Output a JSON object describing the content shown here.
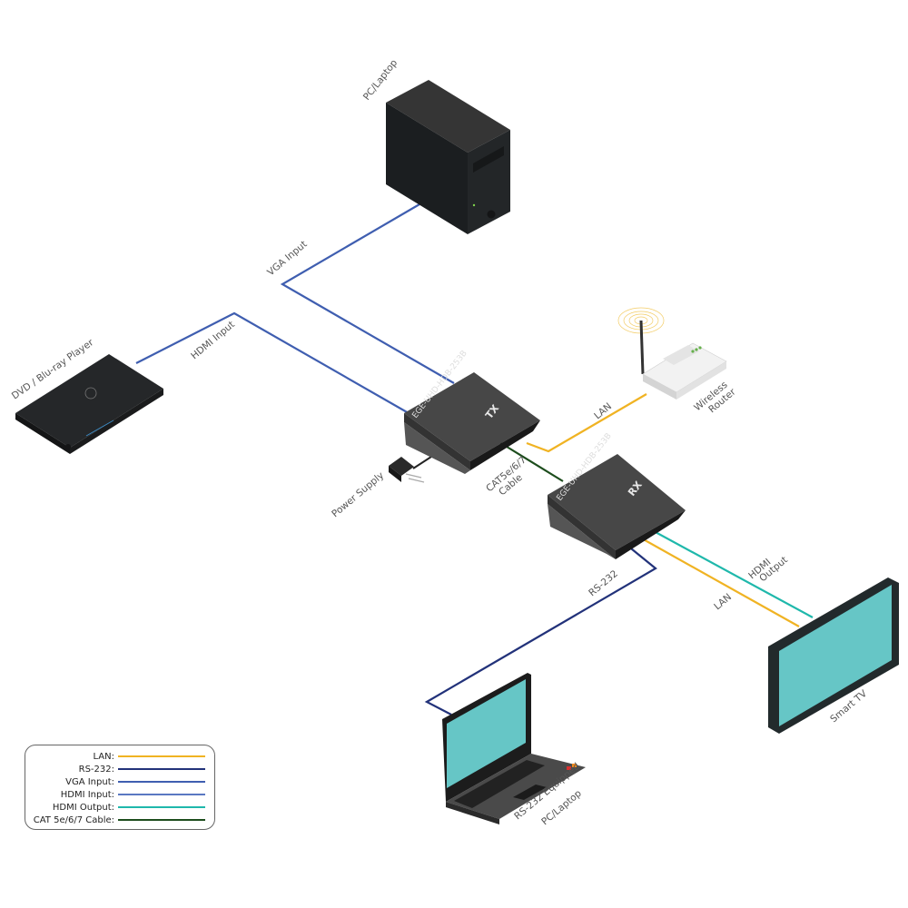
{
  "colors": {
    "lan": "#f0b323",
    "rs232": "#22327a",
    "vga": "#3f5eb0",
    "hdmi_input": "#3f5eb0",
    "hdmi_output": "#1fb8ab",
    "cat": "#1d4d1d",
    "device_dark": "#2d2d2d",
    "screen": "#66c6c6"
  },
  "devices": {
    "pc": "PC/Laptop",
    "dvd": "DVD / Blu-ray Player",
    "router_line1": "Wireless",
    "router_line2": "Router",
    "power": "Power Supply",
    "tx_model": "EGE-UHD-HDB-253B",
    "tx_tag": "TX",
    "rx_model": "EGE-UHD-HDB-253B",
    "rx_tag": "RX",
    "tv": "Smart TV",
    "laptop_line1": "RS-232 Equipped",
    "laptop_line2": "PC/Laptop"
  },
  "connections": {
    "vga": "VGA Input",
    "hdmi_in": "HDMI Input",
    "lan_top": "LAN",
    "cat_line1": "CAT5e/6/7",
    "cat_line2": "Cable",
    "hdmi_out_line1": "HDMI",
    "hdmi_out_line2": "Output",
    "lan_bottom": "LAN",
    "rs232": "RS-232"
  },
  "legend": [
    {
      "label": "LAN:",
      "color": "#f0b323"
    },
    {
      "label": "RS-232:",
      "color": "#22327a"
    },
    {
      "label": "VGA Input:",
      "color": "#3f5eb0"
    },
    {
      "label": "HDMI Input:",
      "color": "#3f5eb0"
    },
    {
      "label": "HDMI Output:",
      "color": "#1fb8ab"
    },
    {
      "label": "CAT 5e/6/7 Cable:",
      "color": "#1d4d1d"
    }
  ]
}
